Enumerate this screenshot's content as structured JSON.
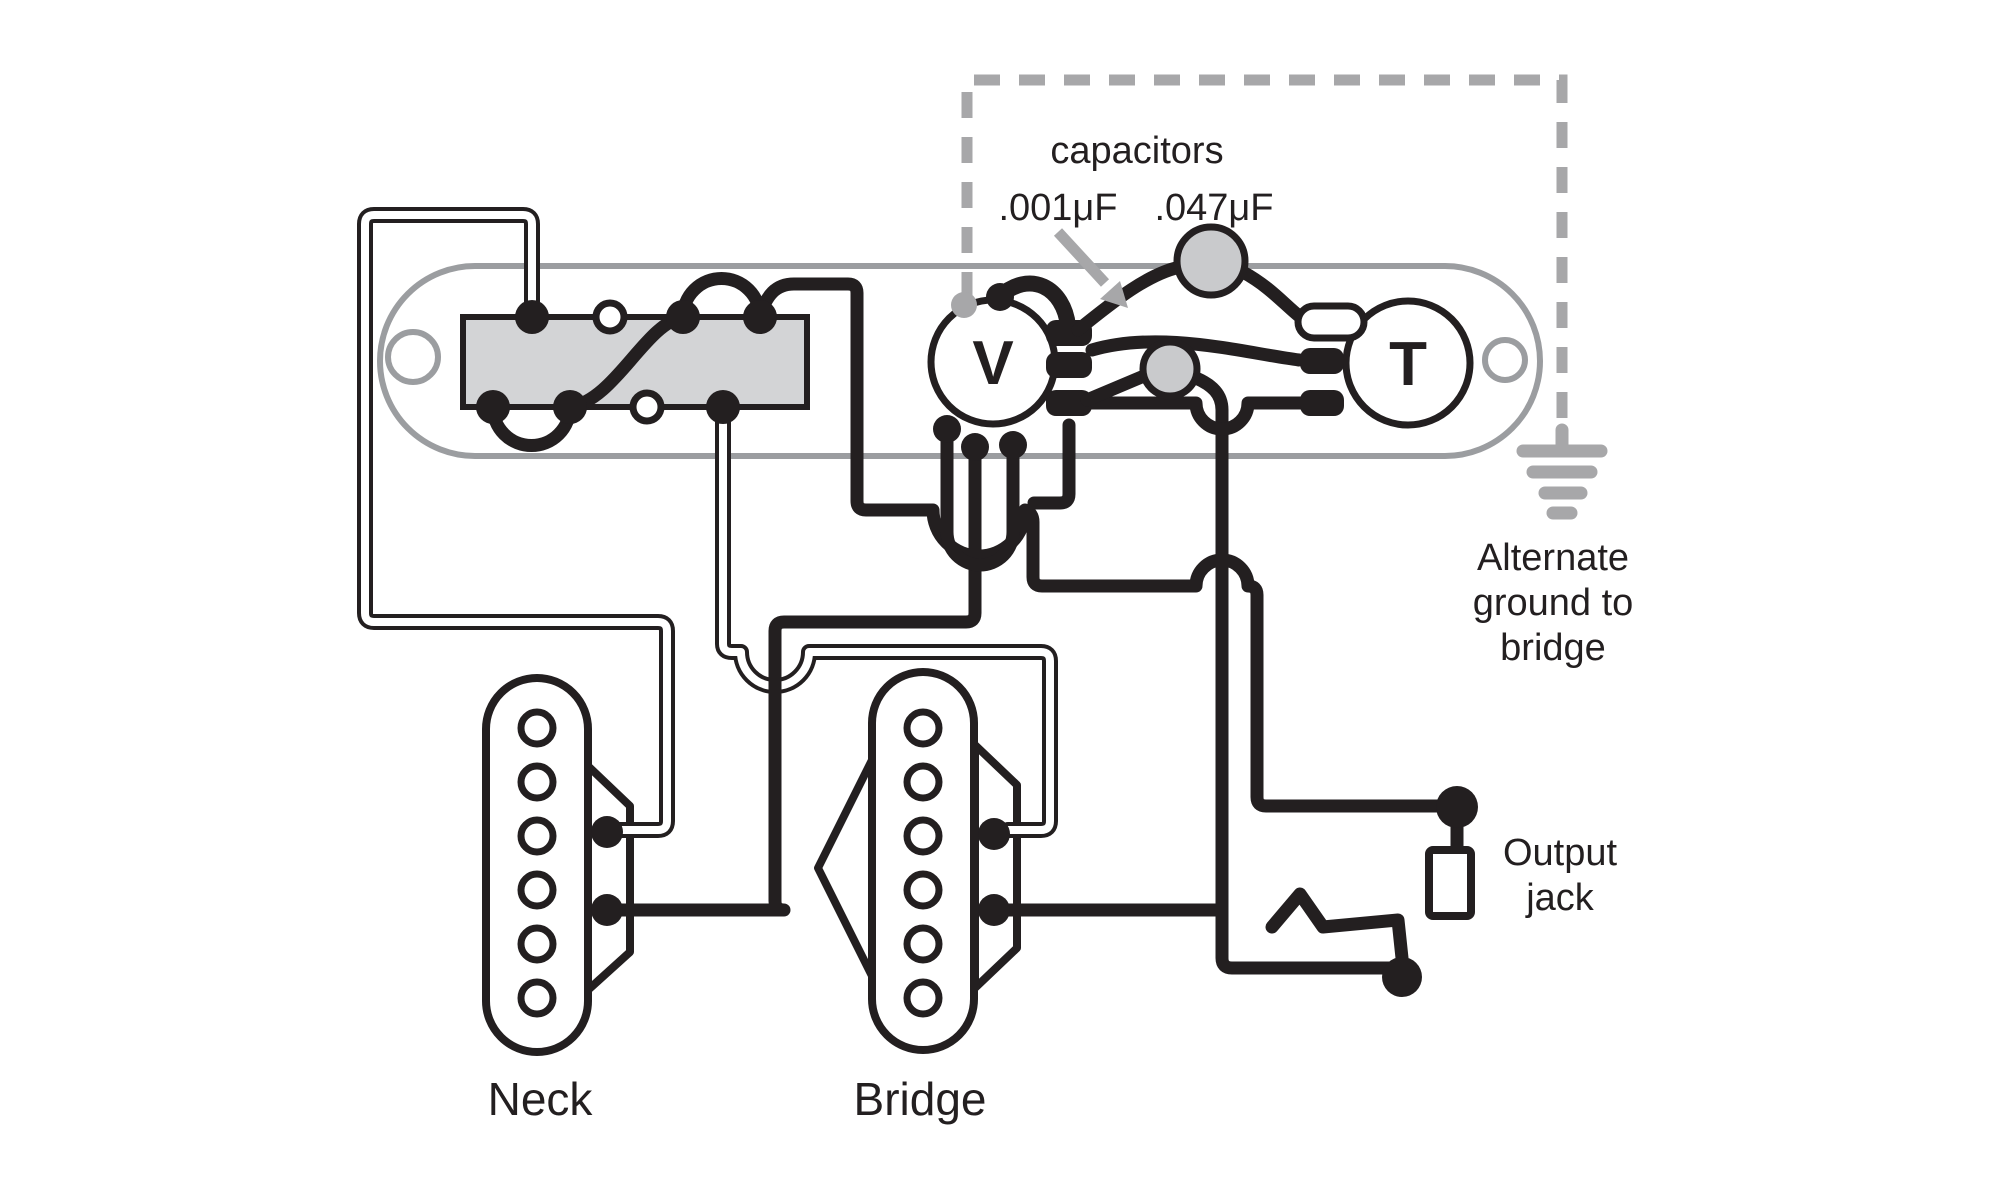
{
  "labels": {
    "capacitors_title": "capacitors",
    "cap_small_value": ".001μF",
    "cap_large_value": ".047μF",
    "volume_pot": "V",
    "tone_pot": "T",
    "neck_pickup": "Neck",
    "bridge_pickup": "Bridge",
    "output_jack_line1": "Output",
    "output_jack_line2": "jack",
    "alt_ground_line1": "Alternate",
    "alt_ground_line2": "ground to",
    "alt_ground_line3": "bridge"
  },
  "colors": {
    "wire_black": "#231f20",
    "plate_gray": "#9b9da0",
    "switch_fill": "#d3d4d6",
    "capacitor_fill": "#c9cacc",
    "ground_gray": "#a7a7a9",
    "background": "#ffffff"
  }
}
